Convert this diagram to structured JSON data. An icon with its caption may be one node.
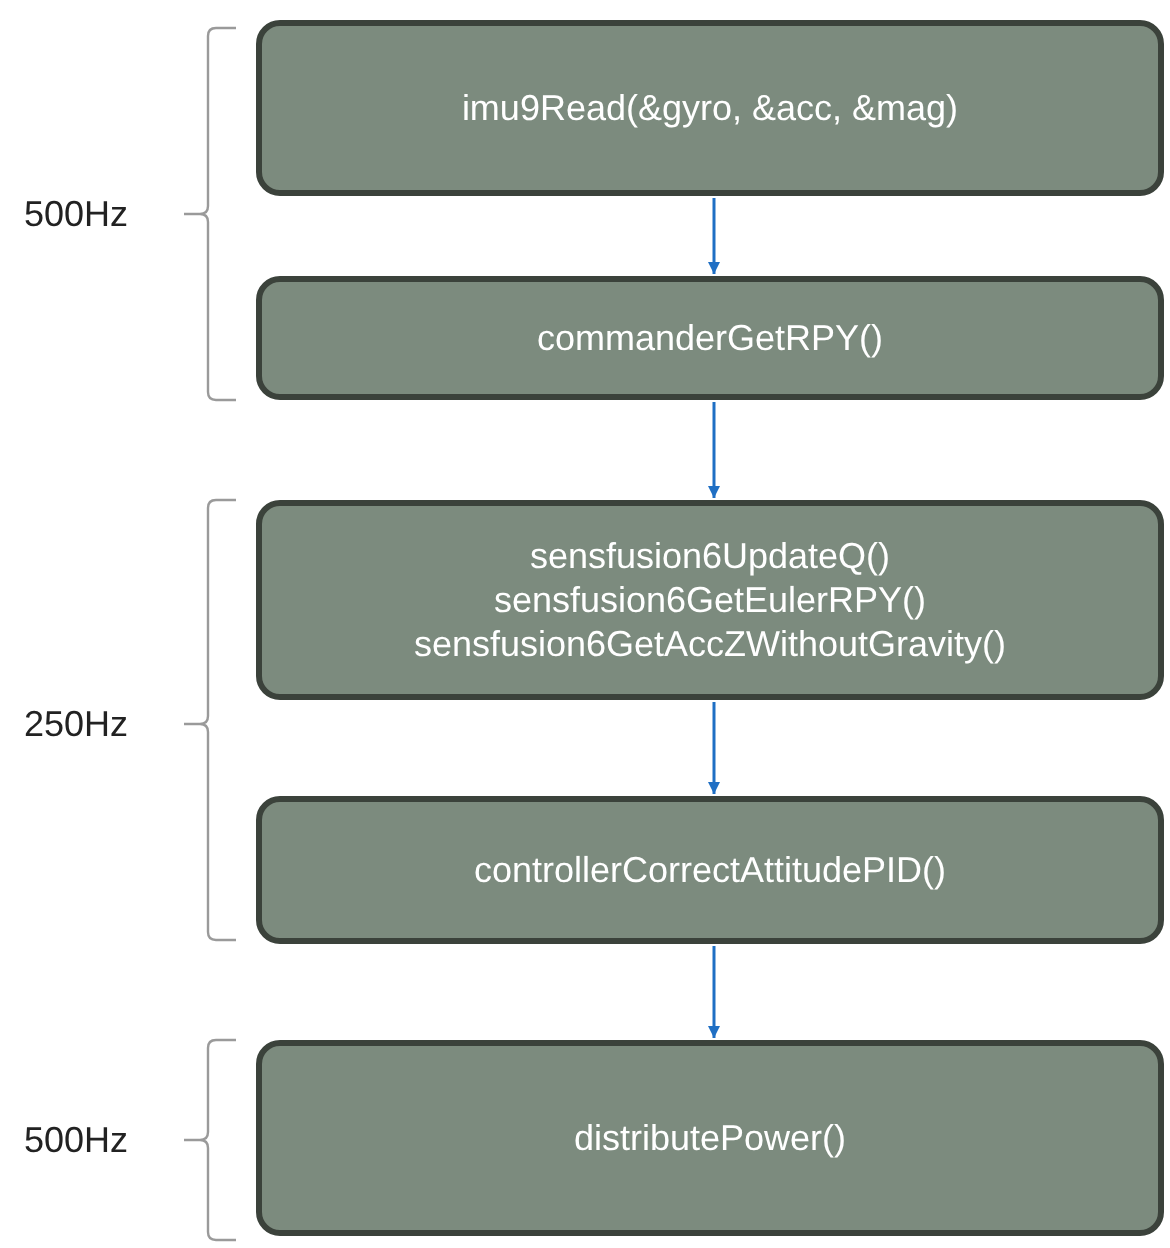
{
  "diagram": {
    "nodes": [
      {
        "text": [
          "imu9Read(&gyro, &acc, &mag)"
        ]
      },
      {
        "text": [
          "commanderGetRPY()"
        ]
      },
      {
        "text": [
          "sensfusion6UpdateQ()",
          "sensfusion6GetEulerRPY()",
          "sensfusion6GetAccZWithoutGravity()"
        ]
      },
      {
        "text": [
          "controllerCorrectAttitudePID()"
        ]
      },
      {
        "text": [
          "distributePower()"
        ]
      }
    ],
    "edges": [
      {
        "from": 0,
        "to": 1,
        "arrow": "to"
      },
      {
        "from": 1,
        "to": 2,
        "arrow": "to"
      },
      {
        "from": 2,
        "to": 3,
        "arrow": "to"
      },
      {
        "from": 3,
        "to": 4,
        "arrow": "to"
      }
    ],
    "labels": [
      "500Hz",
      "250Hz",
      "500Hz"
    ]
  }
}
